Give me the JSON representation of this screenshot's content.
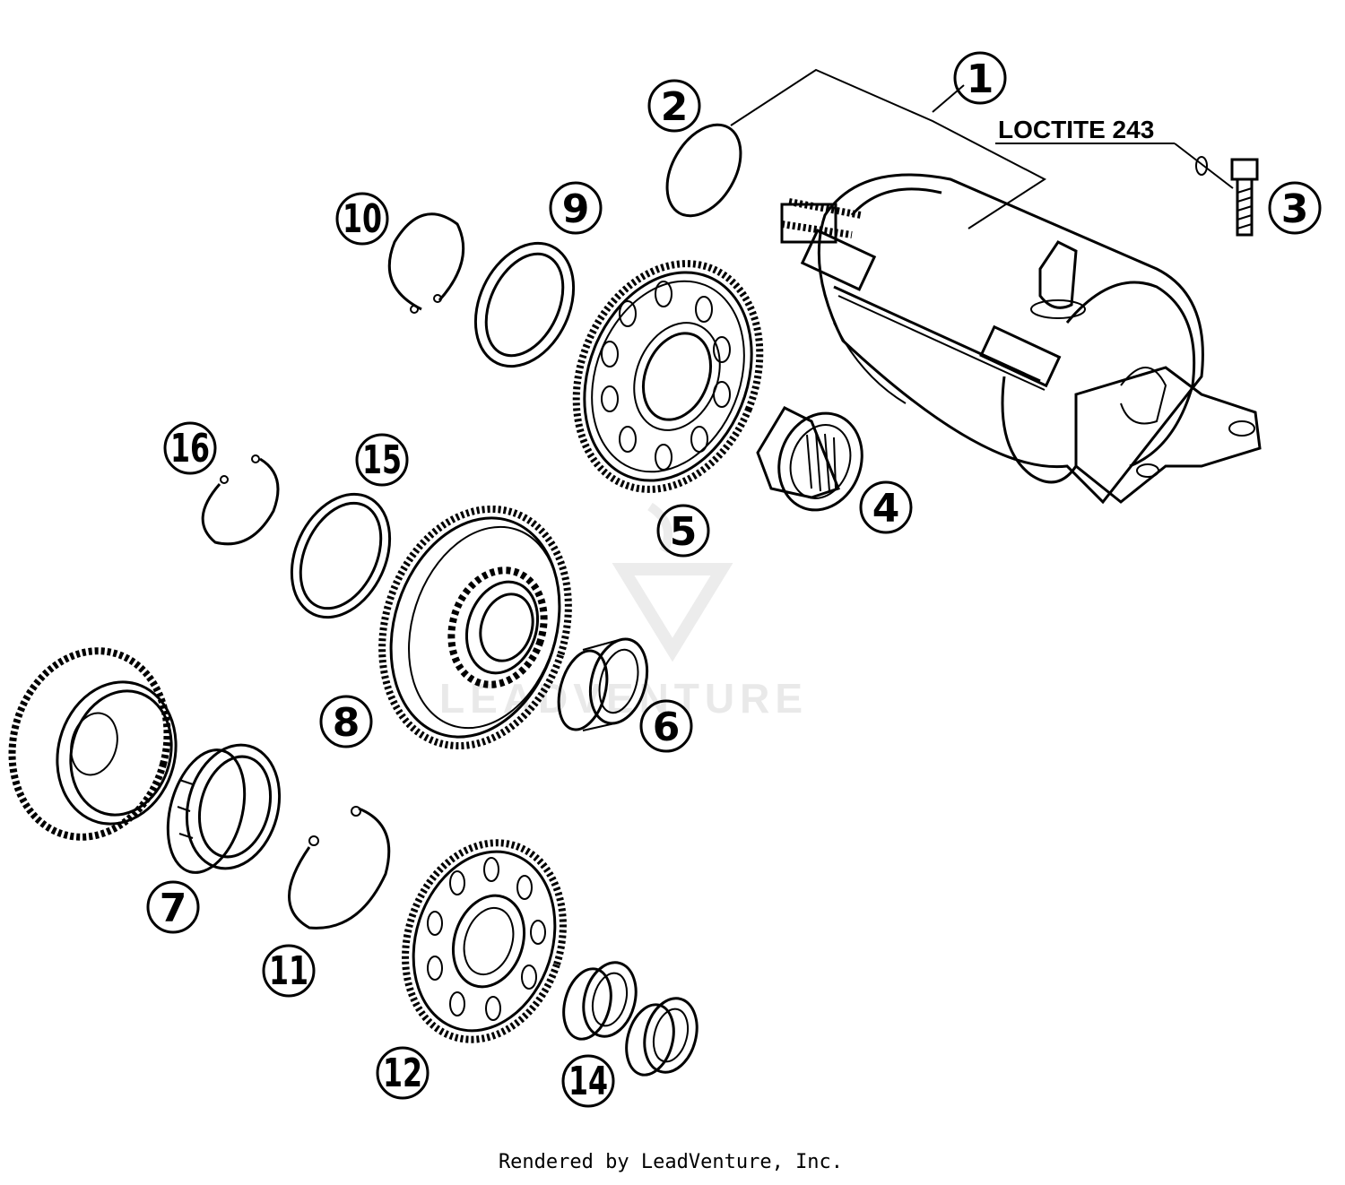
{
  "diagram": {
    "note_text": "LOCTITE 243",
    "watermark_text": "LEADVENTURE",
    "footer_text": "Rendered by LeadVenture, Inc.",
    "callouts": [
      "1",
      "2",
      "3",
      "4",
      "5",
      "6",
      "7",
      "8",
      "9",
      "10",
      "11",
      "12",
      "14",
      "15",
      "16"
    ]
  }
}
